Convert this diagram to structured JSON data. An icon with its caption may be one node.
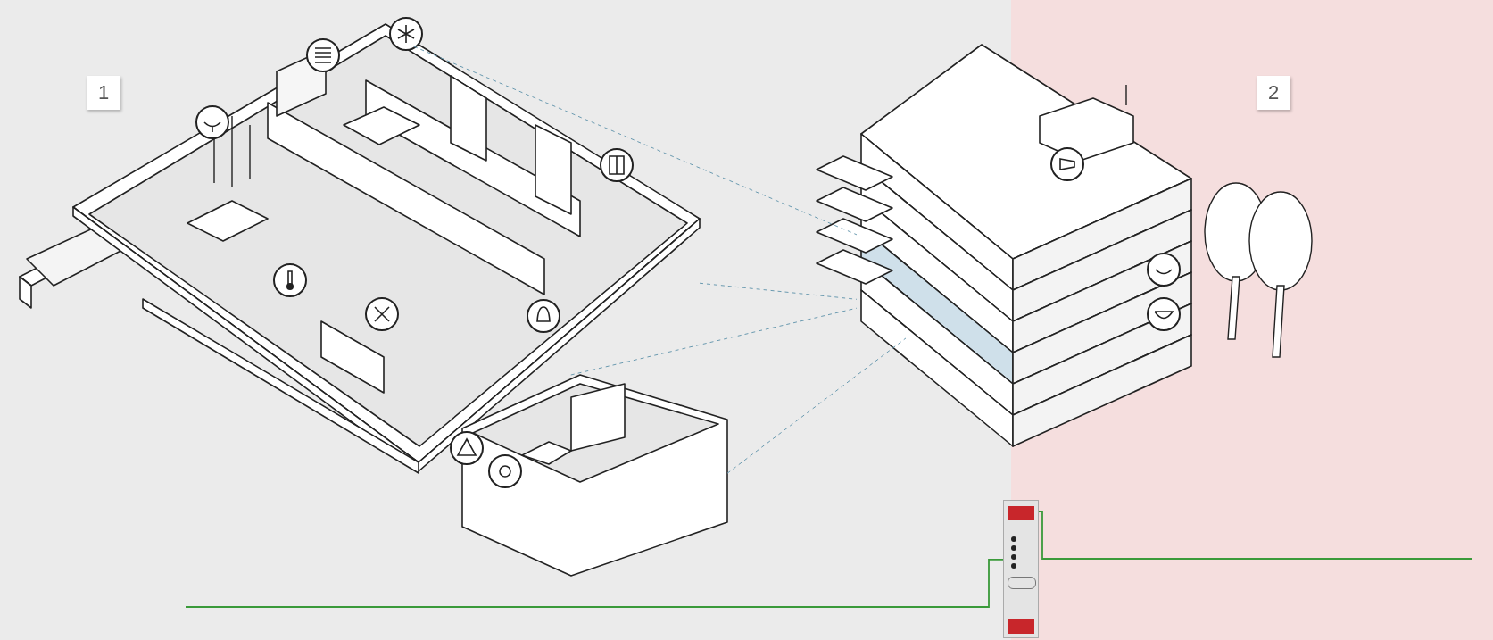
{
  "diagram": {
    "nodes": [
      {
        "text": [],
        "shape": "picture"
      },
      {
        "text": [],
        "shape": "picture"
      },
      {
        "text": [],
        "shape": "picture"
      },
      {
        "text": [],
        "shape": "picture"
      }
    ],
    "edges": [
      {
        "from": 0,
        "to": 1,
        "arrow": "none",
        "style": "dashed"
      },
      {
        "from": 0,
        "to": 1,
        "arrow": "none",
        "style": "dashed"
      },
      {
        "from": 2,
        "to": 1,
        "arrow": "none",
        "style": "dashed"
      },
      {
        "from": 2,
        "to": 1,
        "arrow": "none",
        "style": "dashed"
      },
      {
        "from": null,
        "to": 3,
        "arrow": "none",
        "color": "#3a9a3a"
      },
      {
        "from": 3,
        "to": null,
        "arrow": "none",
        "color": "#3a9a3a"
      }
    ],
    "labels": [
      "1",
      "2"
    ]
  }
}
